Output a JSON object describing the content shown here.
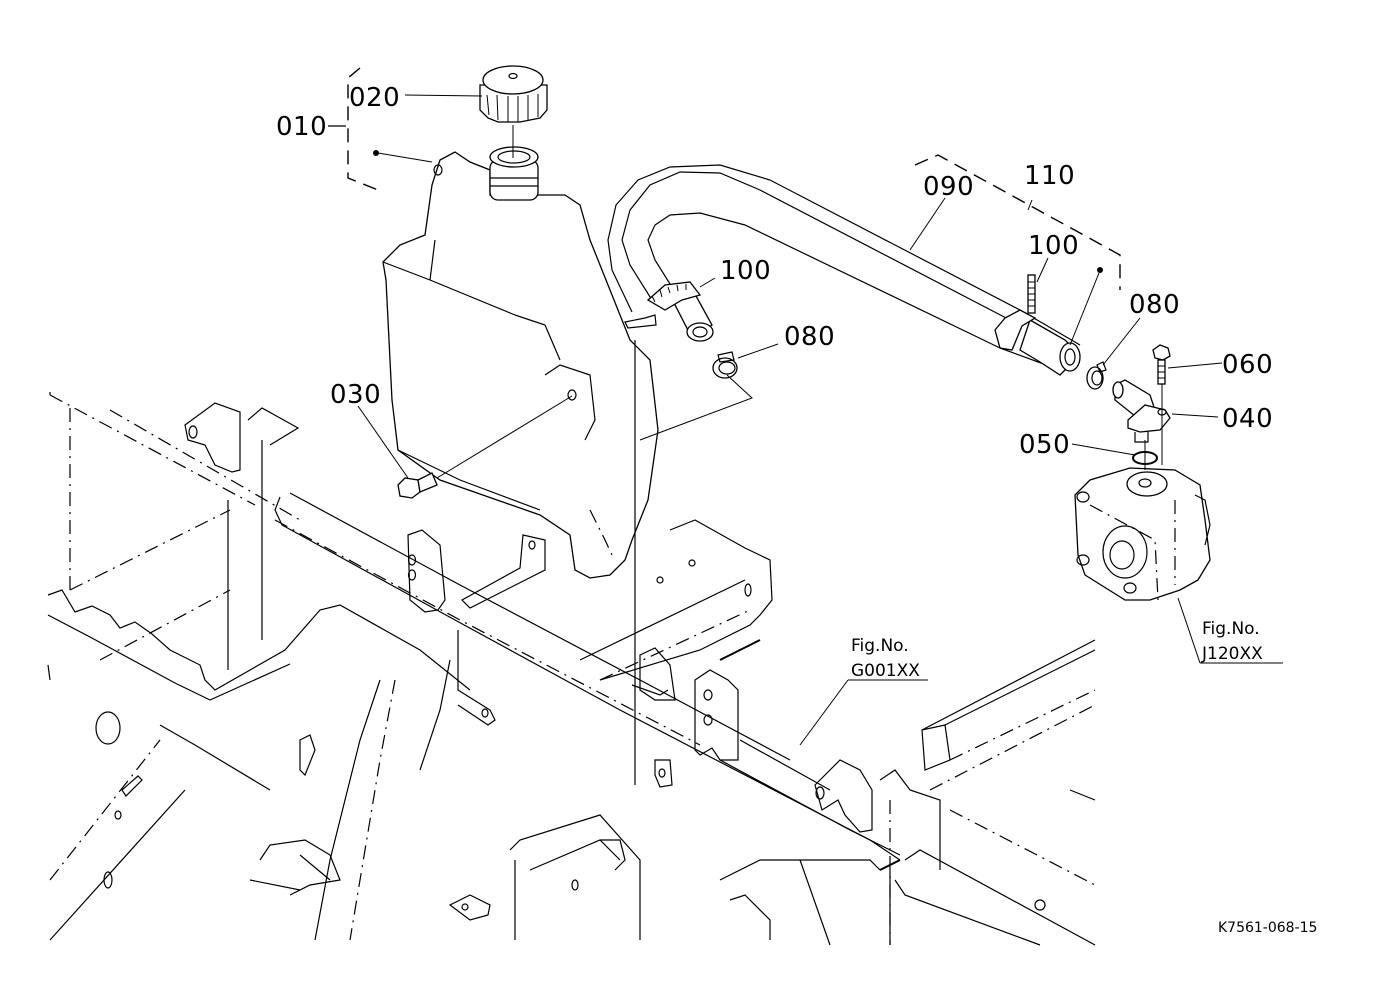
{
  "diagram": {
    "type": "exploded-parts-diagram",
    "drawing_code": "K7561-068-15",
    "callouts": [
      {
        "id": "010",
        "label": "010",
        "part": "reserve tank assembly"
      },
      {
        "id": "020",
        "label": "020",
        "part": "tank cap"
      },
      {
        "id": "030",
        "label": "030",
        "part": "flange bolt"
      },
      {
        "id": "040",
        "label": "040",
        "part": "elbow joint"
      },
      {
        "id": "050",
        "label": "050",
        "part": "o-ring"
      },
      {
        "id": "060",
        "label": "060",
        "part": "bolt"
      },
      {
        "id": "080a",
        "label": "080",
        "part": "hose clamp"
      },
      {
        "id": "080b",
        "label": "080",
        "part": "hose clamp"
      },
      {
        "id": "090",
        "label": "090",
        "part": "hose"
      },
      {
        "id": "100a",
        "label": "100",
        "part": "hose band"
      },
      {
        "id": "100b",
        "label": "100",
        "part": "hose band"
      },
      {
        "id": "110",
        "label": "110",
        "part": "hose assembly"
      }
    ],
    "figure_refs": [
      {
        "line1": "Fig.No.",
        "line2": "G001XX"
      },
      {
        "line1": "Fig.No.",
        "line2": "J120XX"
      }
    ]
  }
}
